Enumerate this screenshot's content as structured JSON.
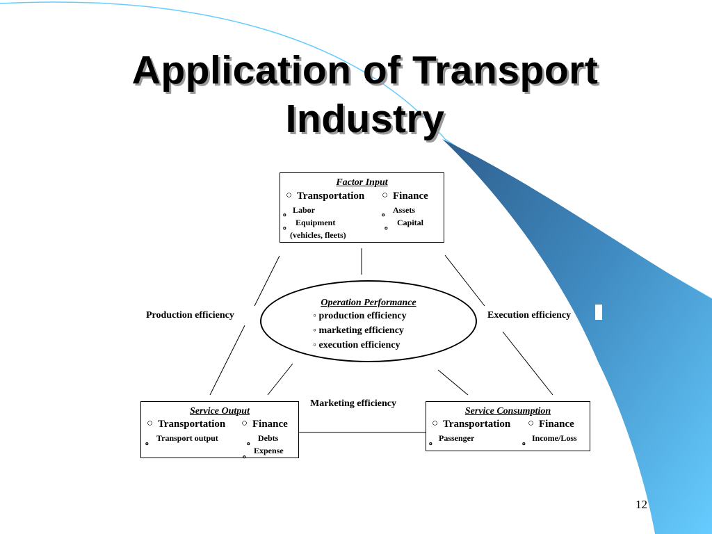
{
  "slide": {
    "title_line1": "Application of Transport",
    "title_line2": "Industry",
    "page_number": "12",
    "accent_colors": [
      "#66ccff",
      "#3a7fb0",
      "#2f5f8e"
    ]
  },
  "factor_input": {
    "heading": "Factor Input",
    "left_title": "Transportation",
    "right_title": "Finance",
    "left_items": [
      "Labor",
      "Equipment",
      "(vehicles, fleets)"
    ],
    "right_items": [
      "Assets",
      "Capital"
    ]
  },
  "operation_performance": {
    "heading": "Operation Performance",
    "items": [
      "production efficiency",
      "marketing efficiency",
      "execution efficiency"
    ]
  },
  "service_output": {
    "heading": "Service Output",
    "left_title": "Transportation",
    "right_title": "Finance",
    "left_items": [
      "Transport output"
    ],
    "right_items": [
      "Debts",
      "Expense"
    ]
  },
  "service_consumption": {
    "heading": "Service Consumption",
    "left_title": "Transportation",
    "right_title": "Finance",
    "left_items": [
      "Passenger"
    ],
    "right_items": [
      "Income/Loss"
    ]
  },
  "labels": {
    "production": "Production efficiency",
    "execution": "Execution efficiency",
    "marketing": "Marketing efficiency"
  },
  "symbols": {
    "circle": "○",
    "small_circle": "。",
    "dot": "◦"
  }
}
